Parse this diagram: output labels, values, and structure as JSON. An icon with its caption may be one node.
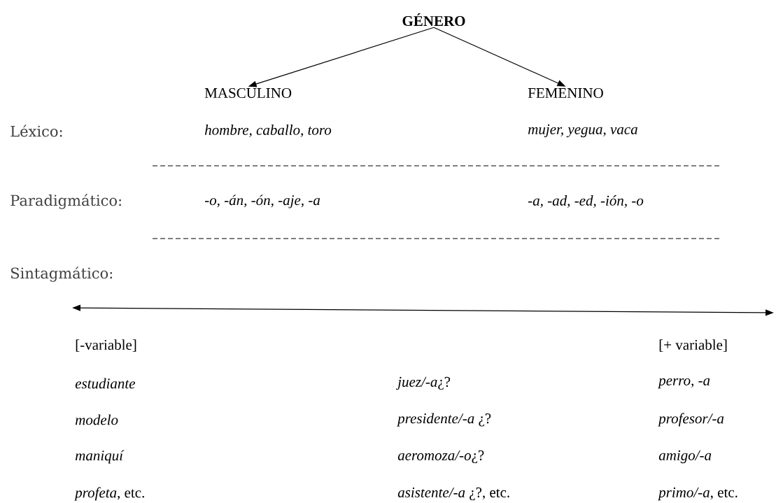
{
  "diagram": {
    "nodes": [
      {
        "text": [
          "GÉNERO"
        ]
      },
      {
        "text": [
          "MASCULINO"
        ]
      },
      {
        "text": [
          "FEMENINO"
        ]
      }
    ],
    "edges": [
      {
        "from": 0,
        "to": 1,
        "arrow": "to"
      },
      {
        "from": 0,
        "to": 2,
        "arrow": "to"
      }
    ],
    "labels": [
      "Léxico:",
      "hombre, caballo, toro",
      "mujer, yegua, vaca",
      "Paradigmático:",
      "-o, -án, -ón, -aje, -a",
      "-a, -ad, -ed, -ión, -o",
      "Sintagmático:",
      "[-variable]",
      "[+ variable]",
      "estudiante",
      "*juez/-a*¿?",
      "perro, -a",
      "modelo",
      "*presidente/-a* ¿?",
      "profesor/-a",
      "maniquí",
      "*aeromoza/-o*¿?",
      "amigo/-a",
      "*profeta*, etc.",
      "*asistente/-a* ¿?, etc.",
      "*primo/-a*, etc."
    ]
  }
}
